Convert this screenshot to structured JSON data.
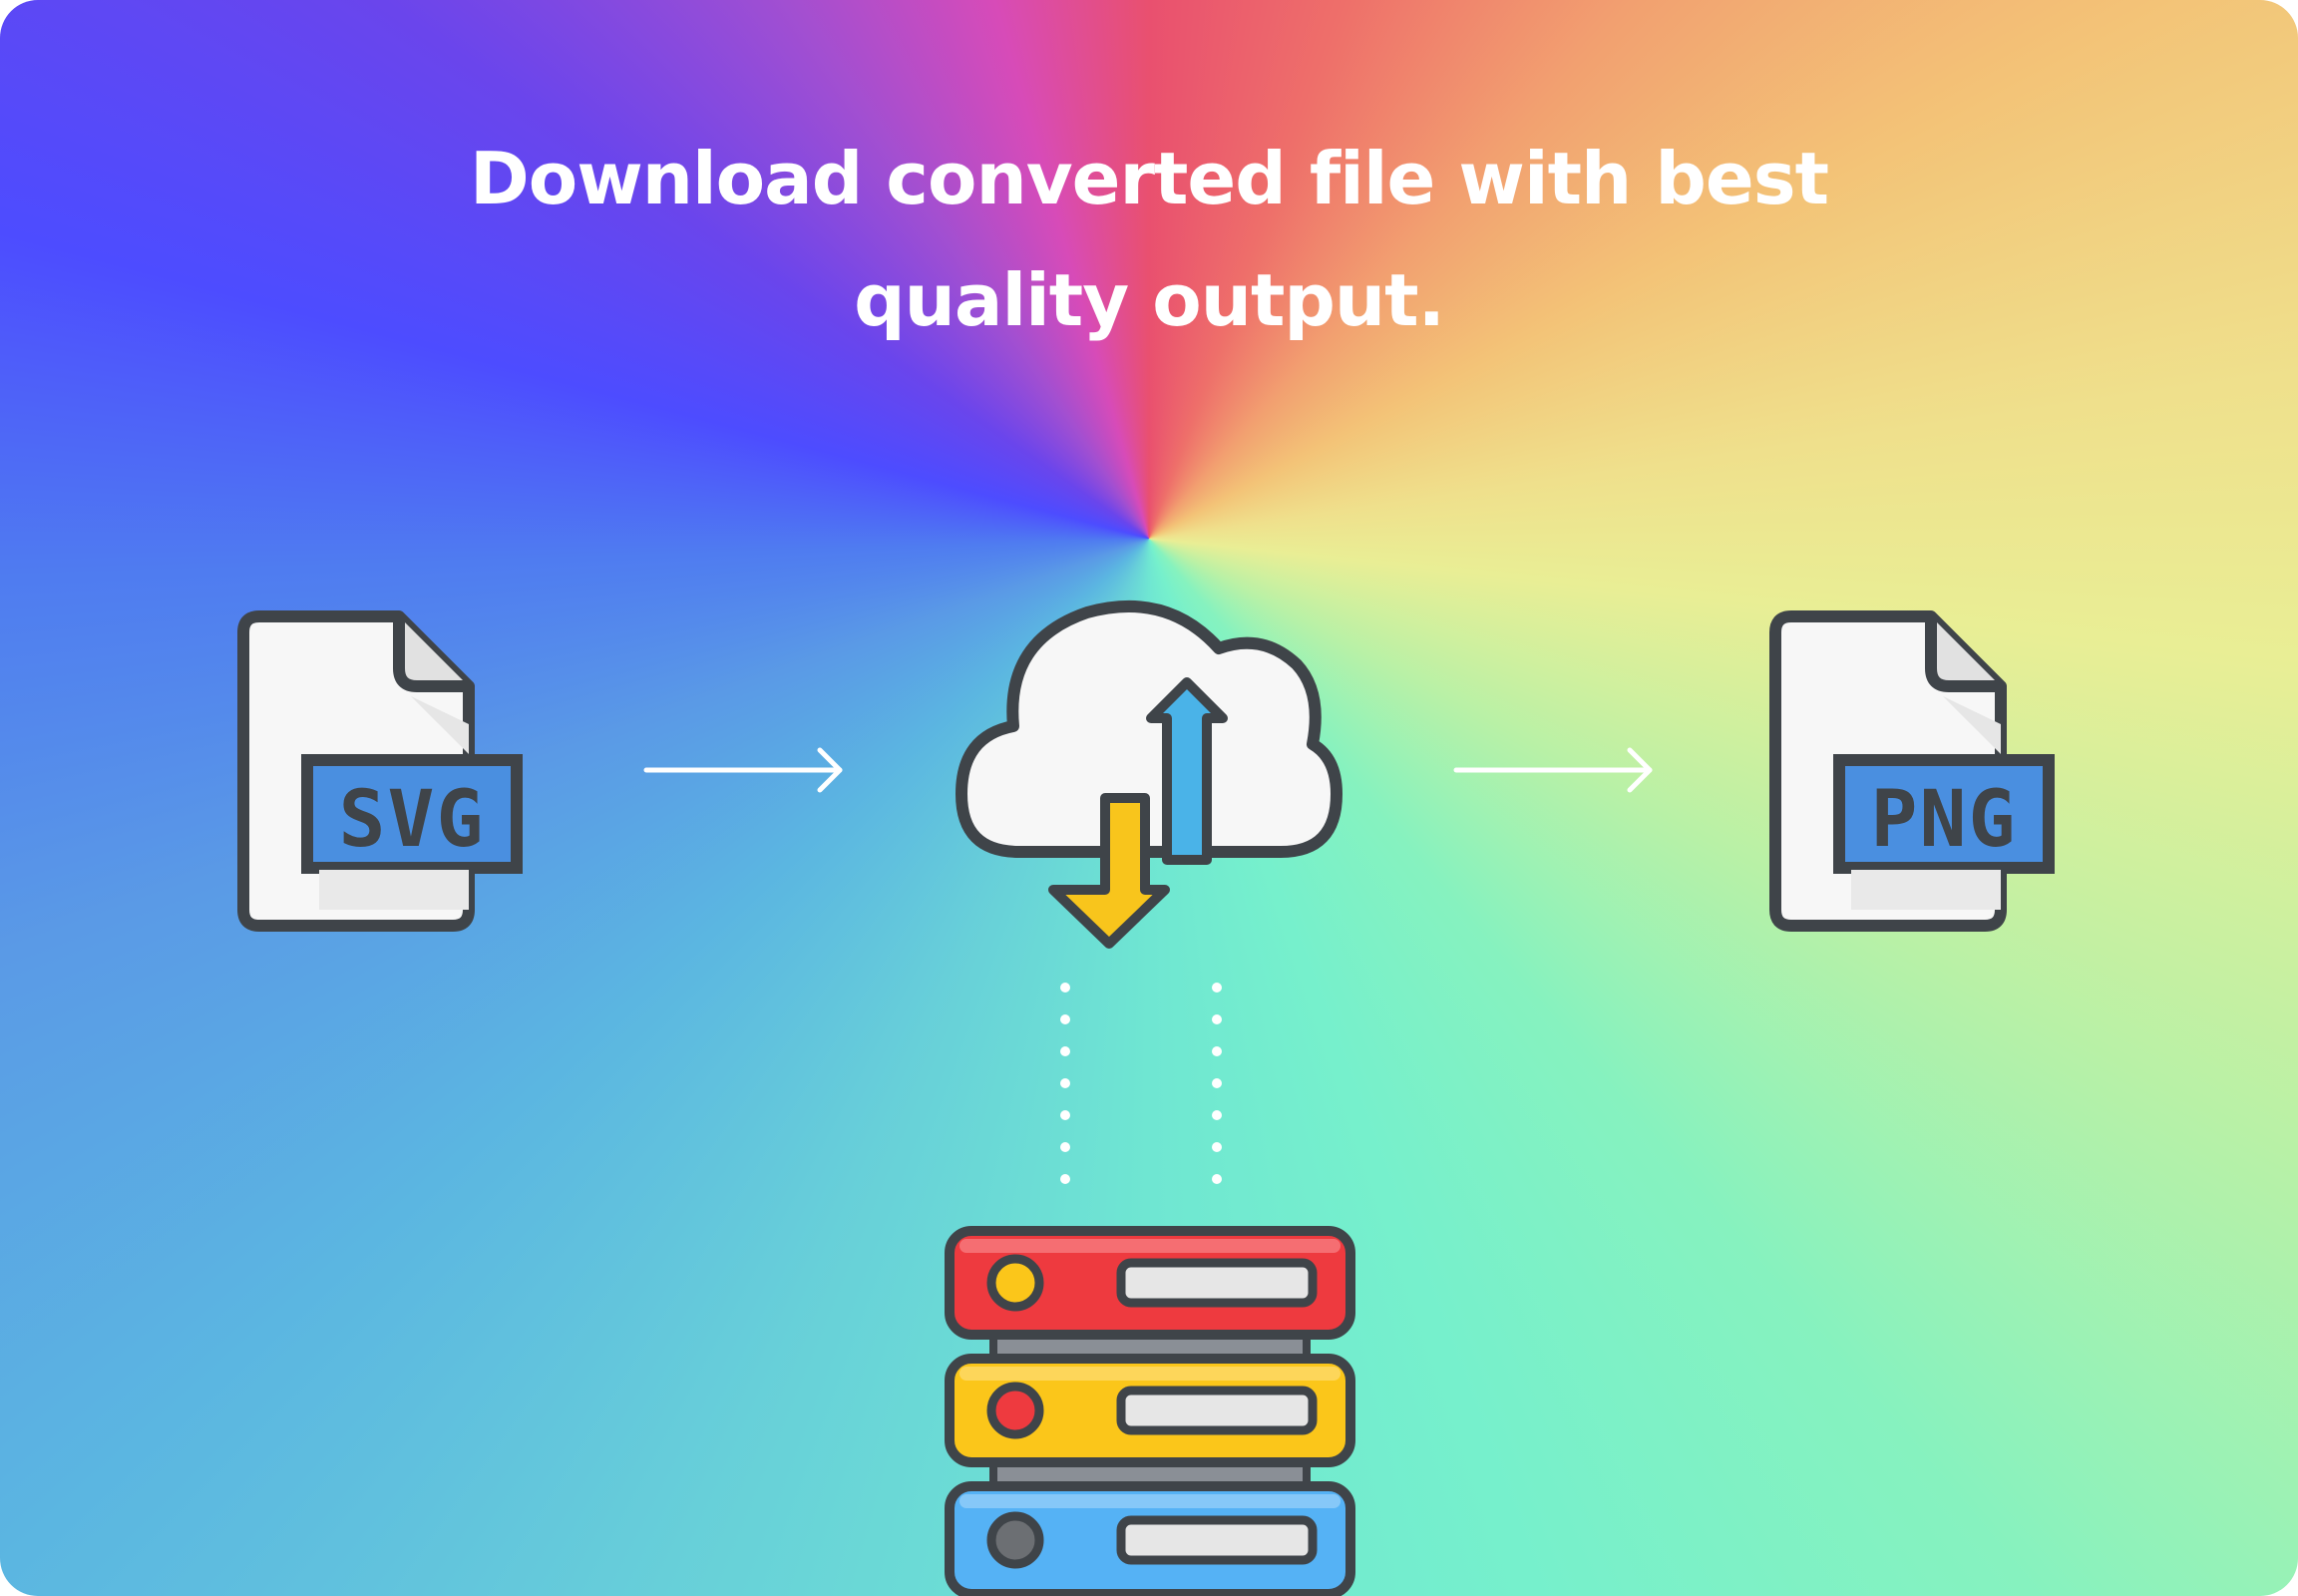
{
  "headline": {
    "line1": "Download converted file with best",
    "line2": "quality output."
  },
  "source_file": {
    "format_label": "SVG",
    "icon": "svg-file-icon"
  },
  "target_file": {
    "format_label": "PNG",
    "icon": "png-file-icon"
  },
  "flow": {
    "arrow_icon": "arrow-right-icon",
    "cloud_icon": "cloud-sync-icon",
    "server_icon": "server-stack-icon"
  },
  "colors": {
    "outline": "#3f4449",
    "paper": "#f7f7f7",
    "label_fill": "#4a8fe0",
    "upload_arrow": "#4ab3e8",
    "download_arrow": "#f8c51c",
    "server_red": "#ee3a3f",
    "server_yellow": "#fbc61a",
    "server_blue": "#55b2f5"
  }
}
